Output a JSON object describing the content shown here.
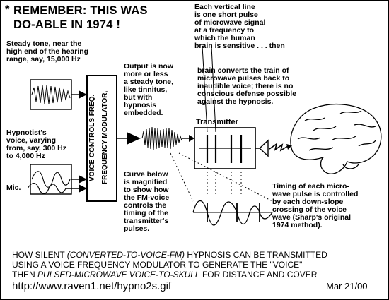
{
  "title": {
    "asterisk": "*",
    "line1": "REMEMBER: THIS WAS",
    "line2": "DO-ABLE IN 1974 !"
  },
  "labels": {
    "vertical_line_note": "Each vertical line\nis one short pulse\nof microwave signal\nat a frequency to\nwhich the human\nbrain is sensitive . . . then",
    "brain_converts": "brain converts the train of\nmicrowave pulses back to\ninaudible voice; there is no\nconscious defense possible\nagainst the hypnosis.",
    "steady_tone": "Steady tone, near the\nhigh end of the hearing\nrange, say,  15,000 Hz",
    "output_note": "Output is now\nmore or less\na steady tone,\nlike tinnitus,\nbut with\nhypnosis\nembedded.",
    "modulator_line1": "FREQUENCY MODULATOR,",
    "modulator_line2": "VOICE CONTROLS FREQ.",
    "hypnotist_voice": "Hypnotist's\nvoice, varying\nfrom, say, 300 Hz\nto 4,000 Hz",
    "mic": "Mic.",
    "transmitter": "Transmitter",
    "curve_note": "Curve below\nis magnified\nto show how\nthe FM-voice\ncontrols the\ntiming of the\ntransmitter's\npulses.",
    "timing_note": "Timing of each micro-\nwave pulse is controlled\nby each down-slope\ncrossing of the voice\nwave (Sharp's original\n1974 method)."
  },
  "footer": {
    "line1_a": "HOW SILENT ",
    "line1_italic": "(CONVERTED-TO-VOICE-FM)",
    "line1_b": " HYPNOSIS CAN BE TRANSMITTED",
    "line2": "USING A VOICE FREQUENCY MODULATOR TO GENERATE THE \"VOICE\"",
    "line3_a": "THEN ",
    "line3_italic": "PULSED-MICROWAVE VOICE-TO-SKULL",
    "line3_b": " FOR DISTANCE AND COVER",
    "url": "http://www.raven1.net/hypno2s.gif",
    "date": "Mar 21/00"
  },
  "colors": {
    "ink": "#000000",
    "paper": "#ffffff"
  }
}
